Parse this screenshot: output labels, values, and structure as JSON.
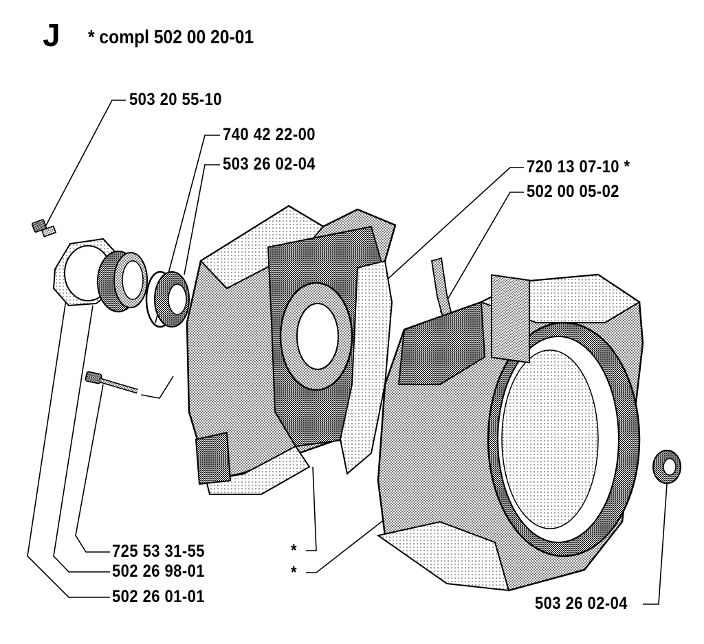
{
  "section": {
    "letter": "J",
    "compl_text": "*  compl 502 00 20-01"
  },
  "labels": {
    "screw": "503 20 55-10",
    "ring": "740 42 22-00",
    "bearing_left": "503 26 02-04",
    "gasket_star": "720 13 07-10  *",
    "pin": "502 00 05-02",
    "bolt": "725 53 31-55",
    "seal_housing": "502 26 98-01",
    "cover_plate": "502 26 01-01",
    "bearing_right": "503 26 02-04",
    "star_lower_1": "*",
    "star_lower_2": "*"
  },
  "colors": {
    "ink": "#000000",
    "paper": "#ffffff",
    "halftone": "#555555"
  }
}
